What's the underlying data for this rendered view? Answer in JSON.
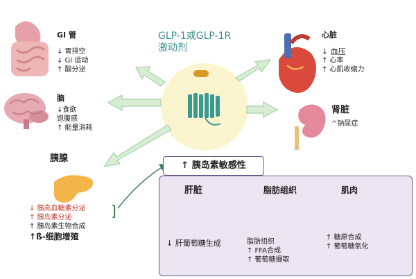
{
  "title": {
    "line1": "GLP-1或GLP-1R",
    "line2": "激动剂"
  },
  "gi": {
    "heading": "GI 管",
    "effects": [
      "↓ 胃排空",
      "↓ GI 运动",
      "↑ 酸分泌"
    ]
  },
  "brain": {
    "heading": "脑",
    "effects": [
      "↓食欲",
      "饱腹感",
      "↑ 能量消耗"
    ]
  },
  "pancreas": {
    "heading": "胰腺",
    "effects": [
      "↓ 胰高血糖素分泌",
      "↑ 胰岛素分泌",
      "↑ 胰岛素生物合成",
      "↑ß-细胞增殖"
    ],
    "bracket": "]"
  },
  "heart": {
    "heading": "心脏",
    "effects": [
      "↓ 血压",
      "↑ 心率",
      "↑ 心肌收缩力"
    ]
  },
  "kidney": {
    "heading": "肾脏",
    "effects": [
      "^钠尿症"
    ]
  },
  "insulin_sensitivity": "↑ 胰岛素敏感性",
  "liver": {
    "heading": "肝脏",
    "effects": [
      "↓ 肝葡萄糖生成"
    ]
  },
  "adipose": {
    "heading": "脂肪组织",
    "effects": [
      "脂肪组织",
      "↑ FFA合成",
      "↑ 葡萄糖摄取"
    ]
  },
  "muscle": {
    "heading": "肌肉",
    "effects": [
      "↑ 糖原合成",
      "↑ 葡萄糖氧化"
    ]
  },
  "colors": {
    "arrow": "#cfe7cd",
    "arrow_stroke": "#a9d2a6",
    "panel": "#ece6f2",
    "teal": "#3f8f8a",
    "red": "#c0392b"
  }
}
